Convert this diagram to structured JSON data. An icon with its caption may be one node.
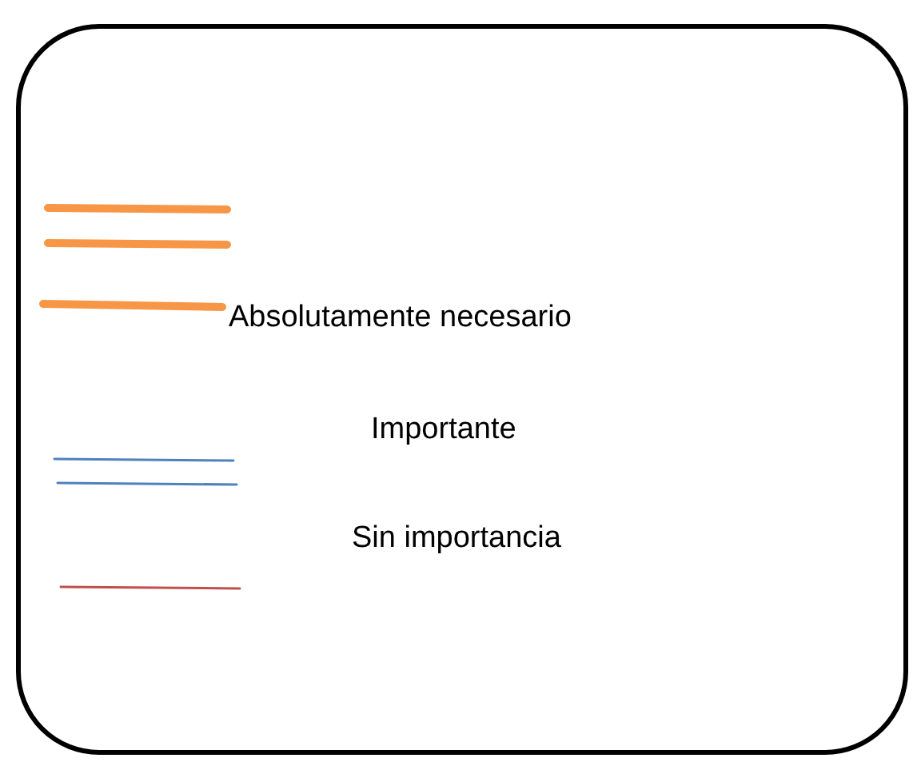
{
  "diagram": {
    "legend": [
      {
        "text": "Absolutamente necesario"
      },
      {
        "text": "Importante"
      },
      {
        "text": "Sin importancia"
      }
    ]
  }
}
